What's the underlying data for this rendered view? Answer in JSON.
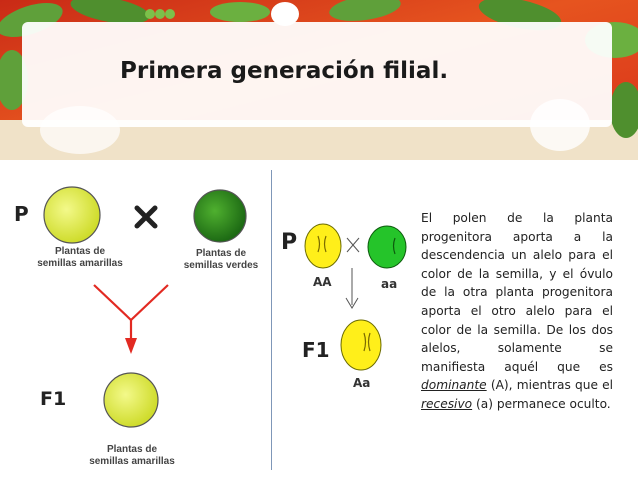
{
  "title": "Primera generación filial.",
  "left": {
    "p_label": "P",
    "parent1_caption": [
      "Plantas de",
      "semillas amarillas"
    ],
    "parent2_caption": [
      "Plantas de",
      "semillas verdes"
    ],
    "f1_label": "F1",
    "child_caption": [
      "Plantas de",
      "semillas amarillas"
    ]
  },
  "right": {
    "p_label": "P",
    "genotype_1": "AA",
    "genotype_2": "aa",
    "f1_label": "F1",
    "genotype_f1": "Aa"
  },
  "explanation": {
    "part1": "El polen de la planta progenitora aporta a la descendencia un alelo para el color de la semilla, y el óvulo de la otra planta progenitora aporta el otro alelo para el color de la semilla. De los dos alelos, solamente se manifiesta aquél que es ",
    "dominant": "dominante",
    "part2": " (A), mientras que el",
    "recessive": " recesivo",
    "part3": " (a) permanece oculto."
  },
  "colors": {
    "header_red": "#d9361c",
    "header_orange": "#ef8a2a",
    "leaf_green": "#5fa03a",
    "yellow_seed": "#e4ee55",
    "green_seed": "#2a8a1e",
    "arrow_red": "#e22a22",
    "divider_blue": "#7f97b8"
  },
  "icons": [
    "cross-icon",
    "arrow-down-icon",
    "pea-seed-icon"
  ]
}
